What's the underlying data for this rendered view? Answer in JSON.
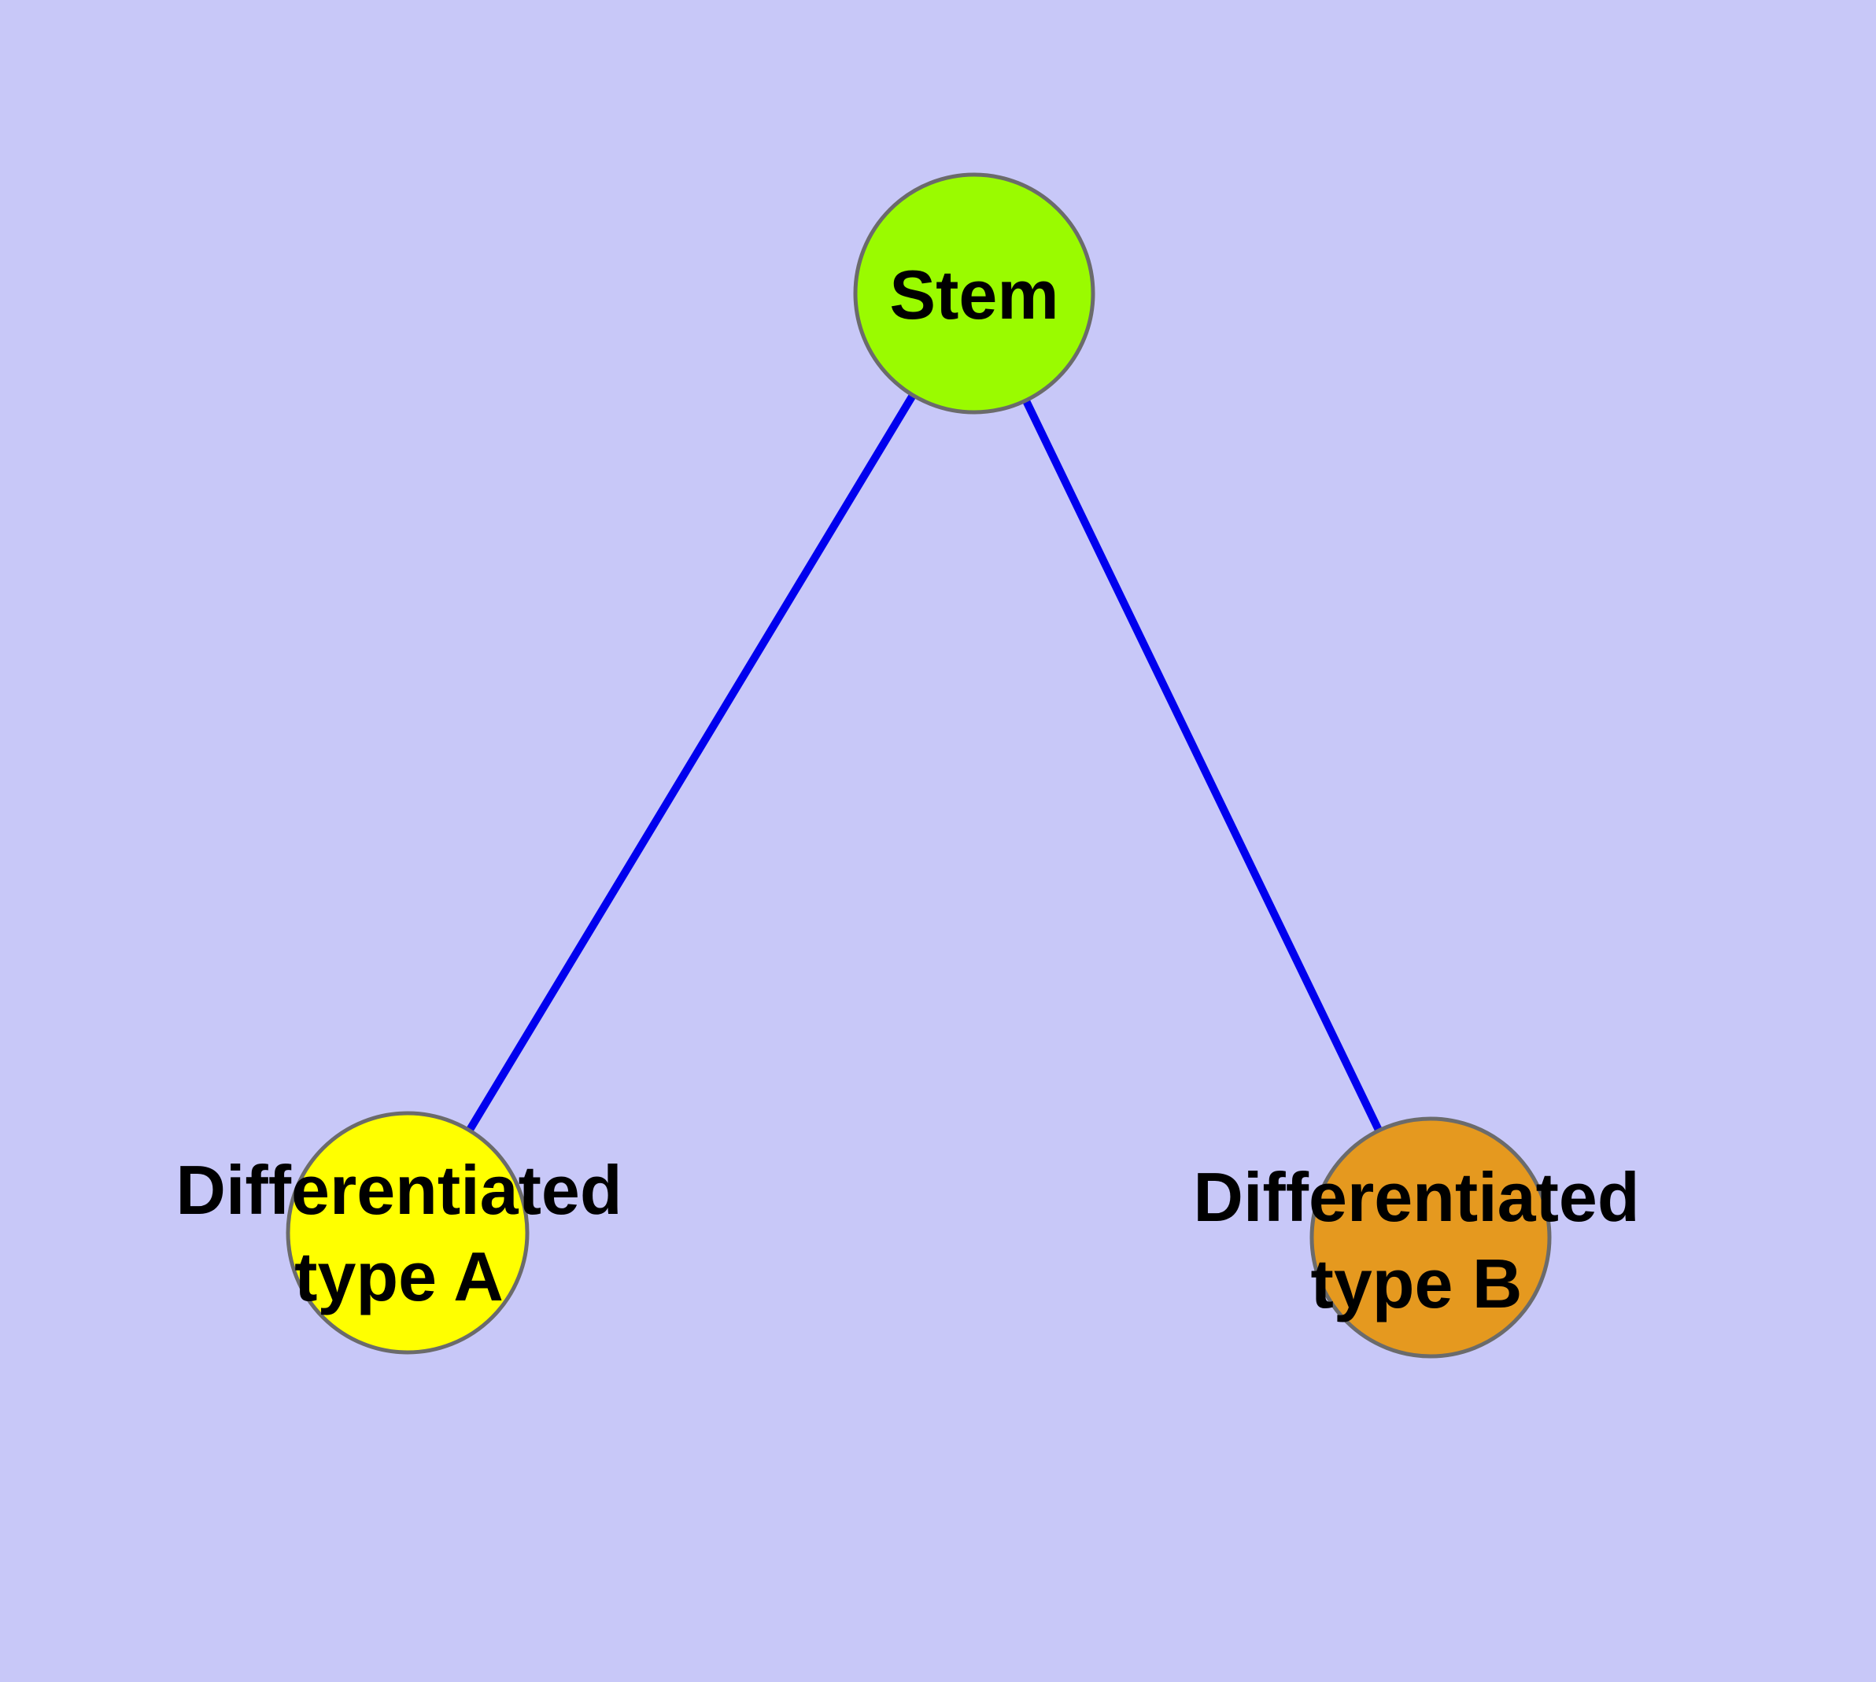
{
  "figure": {
    "background_color": "#C8C8F8",
    "edge_color": "#0000EE",
    "node_border_color": "#6B6B6B",
    "nodes": {
      "stem": {
        "label": "Stem",
        "fill": "#9AFB00"
      },
      "type_a": {
        "label": "Differentiated\ntype A",
        "fill": "#FFFF00"
      },
      "type_b": {
        "label": "Differentiated\ntype B",
        "fill": "#E5991F"
      }
    }
  }
}
